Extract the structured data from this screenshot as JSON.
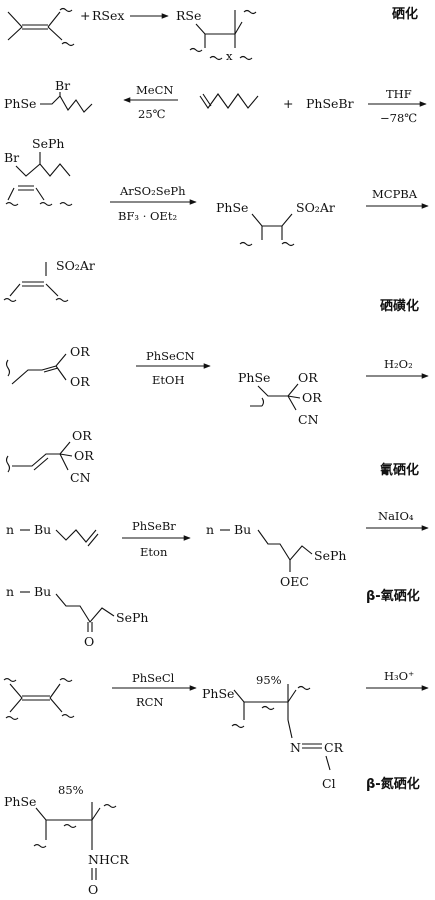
{
  "sections": {
    "s1": {
      "label": "硒化",
      "reagent": "RSex",
      "product_atom": "RSe",
      "x_label": "x"
    },
    "s2": {
      "label": "",
      "product_group": "PhSe",
      "br": "Br",
      "mecn": "MeCN",
      "temp1": "25℃",
      "reactant2": "PhSeBr",
      "thf": "THF",
      "temp2": "−78℃",
      "br2": "Br",
      "seph": "SePh"
    },
    "s3": {
      "label": "硒磺化",
      "reagent1": "ArSO₂SePh",
      "reagent2": "BF₃ · OEt₂",
      "int_phse": "PhSe",
      "int_so2ar": "SO₂Ar",
      "oxidant": "MCPBA",
      "prod_so2ar": "SO₂Ar"
    },
    "s4": {
      "label": "氰硒化",
      "sm_or1": "OR",
      "sm_or2": "OR",
      "reagent1": "PhSeCN",
      "reagent2": "EtOH",
      "int_phse": "PhSe",
      "int_or1": "OR",
      "int_or2": "OR",
      "int_cn": "CN",
      "oxidant": "H₂O₂",
      "prod_or1": "OR",
      "prod_or2": "OR",
      "prod_cn": "CN"
    },
    "s5": {
      "label": "β-氧硒化",
      "sm_n": "n",
      "sm_bu": "Bu",
      "reagent1": "PhSeBr",
      "reagent2": "Eton",
      "int_n": "n",
      "int_bu": "Bu",
      "int_seph": "SePh",
      "int_oec": "OEC",
      "oxidant": "NaIO₄",
      "prod_n": "n",
      "prod_bu": "Bu",
      "prod_seph": "SePh",
      "prod_o": "O"
    },
    "s6": {
      "label": "β-氮硒化",
      "reagent1": "PhSeCl",
      "reagent2": "RCN",
      "int_phse": "PhSe",
      "int_yield": "95%",
      "int_n": "N",
      "int_cr": "CR",
      "int_cl": "Cl",
      "reagent3": "H₃O⁺",
      "prod_phse": "PhSe",
      "prod_yield": "85%",
      "prod_nhcr": "NHCR",
      "prod_o": "O"
    }
  }
}
